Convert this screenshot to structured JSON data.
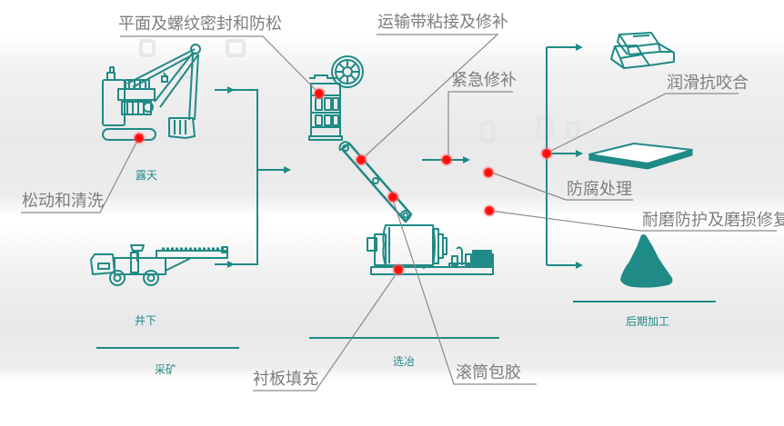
{
  "colors": {
    "accent": "#1f8a86",
    "marker": "#ff1a1a",
    "leader": "#8a8a8a",
    "label_text": "#7d7d7d"
  },
  "sections": {
    "mining": {
      "title": "采矿",
      "open_pit": "露天",
      "underground": "井下"
    },
    "processing": {
      "title": "选冶"
    },
    "post_processing": {
      "title": "后期加工"
    }
  },
  "callouts": {
    "thread_sealing": "平面及螺纹密封和防松",
    "loosening_cleaning": "松动和清洗",
    "belt_bonding": "运输带粘接及修补",
    "emergency_repair": "紧急修补",
    "anti_seize": "润滑抗咬合",
    "anticorrosion": "防腐处理",
    "wear_protection": "耐磨防护及磨损修复",
    "liner_filling": "衬板填充",
    "pulley_lagging": "滚筒包胶"
  },
  "icons": [
    "mining-shovel-icon",
    "underground-drill-rig-icon",
    "jaw-crusher-icon",
    "conveyor-belt-icon",
    "ball-mill-icon",
    "metal-ingots-icon",
    "metal-plate-icon",
    "powder-pile-icon"
  ]
}
